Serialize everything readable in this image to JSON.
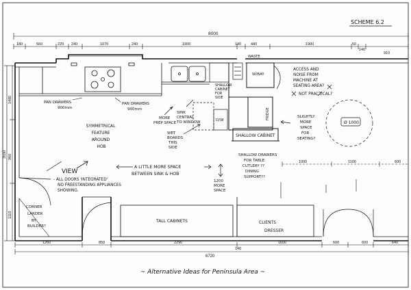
{
  "scheme": "SCHEME 6.2",
  "top_dims": {
    "overall": "8000",
    "segments": [
      "180",
      "560",
      "220",
      "240",
      "1070",
      "240",
      "1900",
      "140",
      "440",
      "1900",
      "50",
      "140",
      "910"
    ]
  },
  "left_dims": [
    "1480",
    "960",
    "3550",
    "1110"
  ],
  "bottom_dims": {
    "segments": [
      "1260",
      "850",
      "2290",
      "1600",
      "600",
      "600",
      "640"
    ],
    "small": "140",
    "overall": "6720"
  },
  "right_dims": [
    "1000",
    "1100",
    "600"
  ],
  "notes": {
    "waste": "WASTE",
    "pan_drawers_left": [
      "PAN DRAWERS",
      "900mm"
    ],
    "pan_drawers_right": [
      "PAN DRAWERS",
      "900mm"
    ],
    "symmetrical": [
      "SYMMETRICAL",
      "FEATURE",
      "AROUND",
      "HOB"
    ],
    "more_prep": [
      "MORE",
      "PREP SPACE"
    ],
    "sink_central": [
      "SINK",
      "CENTRAL",
      "TO WINDOW"
    ],
    "wet_board": [
      "WET",
      "BOARDS",
      "THIS",
      "SIDE"
    ],
    "shallow_cabinet_tiles": [
      "SHALLOW",
      "CABINET",
      "FOR",
      "SIDE"
    ],
    "dw": "D/W",
    "wbay": "W/BAY",
    "fridge": "FRIDGE",
    "shallow_cabinet": "SHALLOW CABINET",
    "access_noise": [
      "ACCESS AND",
      "NOISE FROM",
      "MACHINE AT",
      "SEATING AREA?",
      "NOT PRACTICAL?"
    ],
    "slightly_more": [
      "SLIGHTLY",
      "MORE",
      "SPACE",
      "FOR",
      "SEATING?"
    ],
    "table": "Ø 1000",
    "shallow_drawers": [
      "SHALLOW DRAWERS",
      "FOR TABLE",
      "CUTLERY ??",
      "DINING",
      "SUPPORT??"
    ],
    "view": "VIEW",
    "all_doors": [
      "- ALL DOORS 'INTEGRATED'",
      "NO FREESTANDING APPLIANCES",
      "SHOWING."
    ],
    "little_more": [
      "A LITTLE MORE SPACE",
      "BETWEEN SINK & HOB"
    ],
    "more_space_1200": [
      "1200",
      "MORE",
      "SPACE"
    ],
    "corner_larder": [
      "CORNER",
      "LARDER",
      "BY",
      "BUILDER?"
    ],
    "tall_cabinets": "TALL CABINETS",
    "clients_dresser": [
      "CLIENTS",
      "DRESSER"
    ]
  },
  "caption": "~ Alternative Ideas for Peninsula Area ~"
}
